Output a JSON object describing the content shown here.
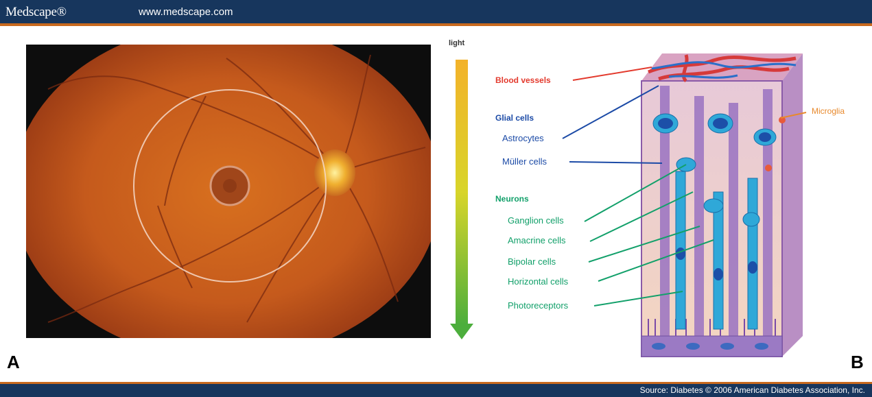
{
  "header": {
    "brand": "Medscape®",
    "url": "www.medscape.com"
  },
  "footer": {
    "source": "Source: Diabetes © 2006 American Diabetes Association, Inc."
  },
  "panels": {
    "a": "A",
    "b": "B"
  },
  "arrow": {
    "label": "light"
  },
  "labels": {
    "blood_vessels": "Blood vessels",
    "glial_cells": "Glial cells",
    "astrocytes": "Astrocytes",
    "muller_cells": "Müller cells",
    "microglia": "Microglia",
    "neurons": "Neurons",
    "ganglion_cells": "Ganglion cells",
    "amacrine_cells": "Amacrine cells",
    "bipolar_cells": "Bipolar cells",
    "horizontal_cells": "Horizontal cells",
    "photoreceptors": "Photoreceptors"
  },
  "colors": {
    "header_bg": "#17365d",
    "accent": "#c8691e",
    "red": "#e33a2d",
    "blue": "#1b4aa6",
    "green": "#12a06a",
    "orange": "#e8892c"
  }
}
